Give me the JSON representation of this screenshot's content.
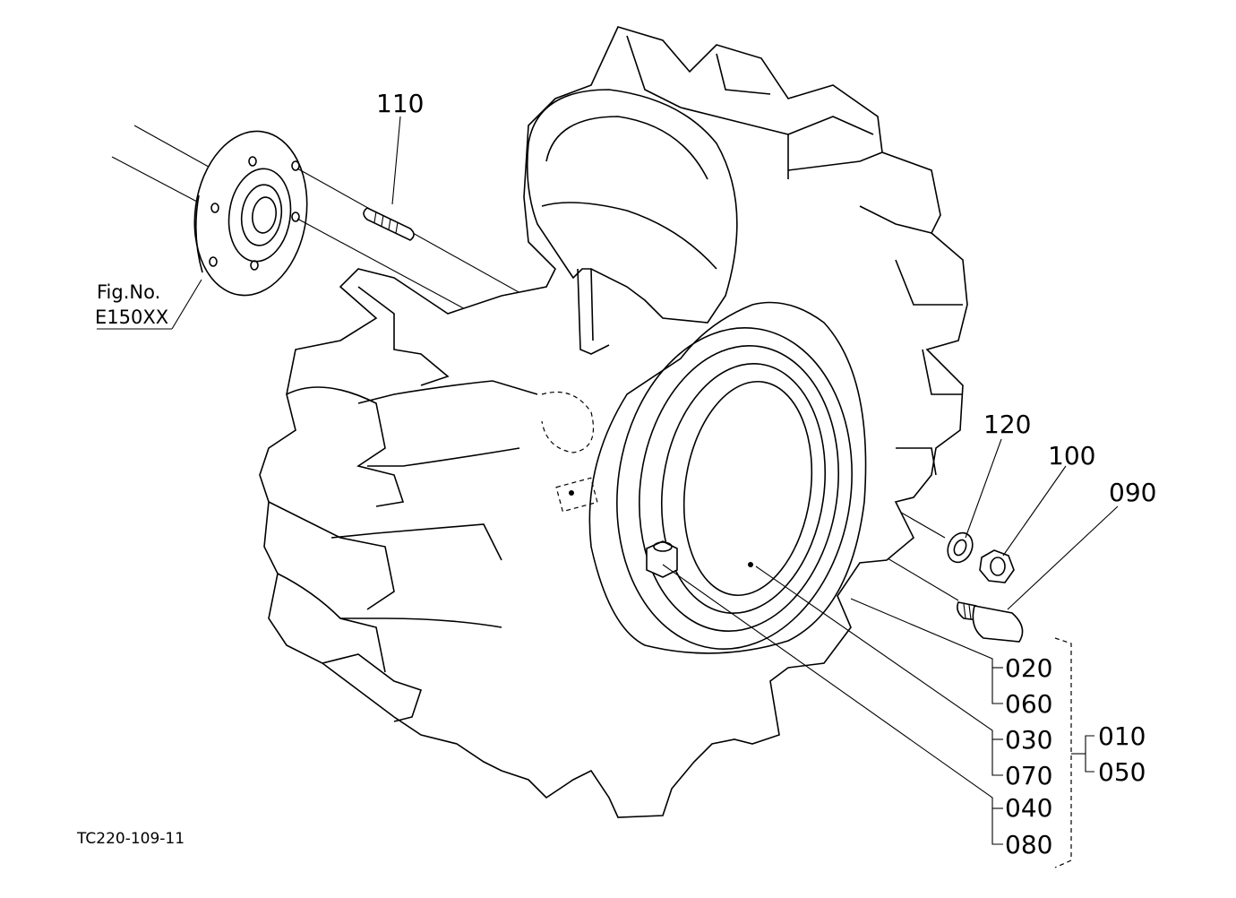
{
  "figure_ref": {
    "line1": "Fig.No.",
    "line2": "E150XX"
  },
  "drawing_code": "TC220-109-11",
  "callouts": {
    "c110": "110",
    "c120": "120",
    "c100": "100",
    "c090": "090",
    "c020": "020",
    "c060": "060",
    "c030": "030",
    "c070": "070",
    "c040": "040",
    "c080": "080",
    "c010": "010",
    "c050": "050"
  },
  "parts": [
    {
      "name": "hub-flange",
      "icon": "flange-icon"
    },
    {
      "name": "stud-bolt",
      "icon": "stud-icon"
    },
    {
      "name": "wheel-disc",
      "icon": "disc-icon"
    },
    {
      "name": "rim",
      "icon": "rim-icon"
    },
    {
      "name": "tire",
      "icon": "tire-icon"
    },
    {
      "name": "valve",
      "icon": "valve-icon"
    },
    {
      "name": "spring-washer",
      "icon": "washer-icon"
    },
    {
      "name": "hex-nut",
      "icon": "nut-icon"
    },
    {
      "name": "wheel-bolt",
      "icon": "bolt-icon"
    }
  ]
}
